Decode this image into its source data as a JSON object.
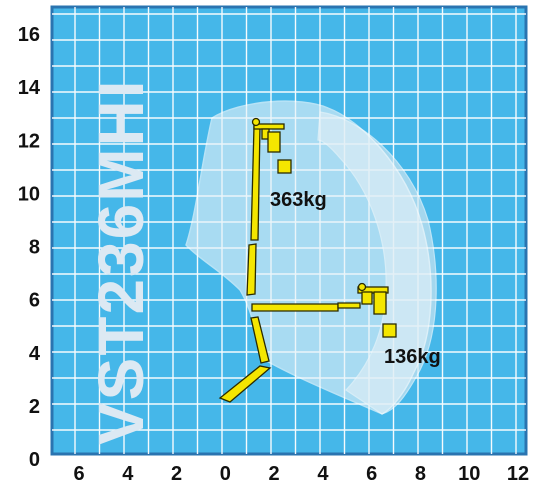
{
  "diagram": {
    "model_label": "VST236MHI",
    "x_ticks": [
      "6",
      "4",
      "2",
      "0",
      "2",
      "4",
      "6",
      "8",
      "10",
      "12"
    ],
    "y_ticks": [
      "0",
      "2",
      "4",
      "6",
      "8",
      "10",
      "12",
      "14",
      "16"
    ],
    "loads": {
      "upper": "363kg",
      "lower": "136kg"
    },
    "colors": {
      "background": "#45b7e9",
      "frame": "#2a74b0",
      "grid": "#ffffff",
      "envelope": "#e6f2f8",
      "outer_envelope": "#d7e9f2",
      "boom": "#f4e600",
      "boom_outline": "#2b2b00"
    }
  }
}
